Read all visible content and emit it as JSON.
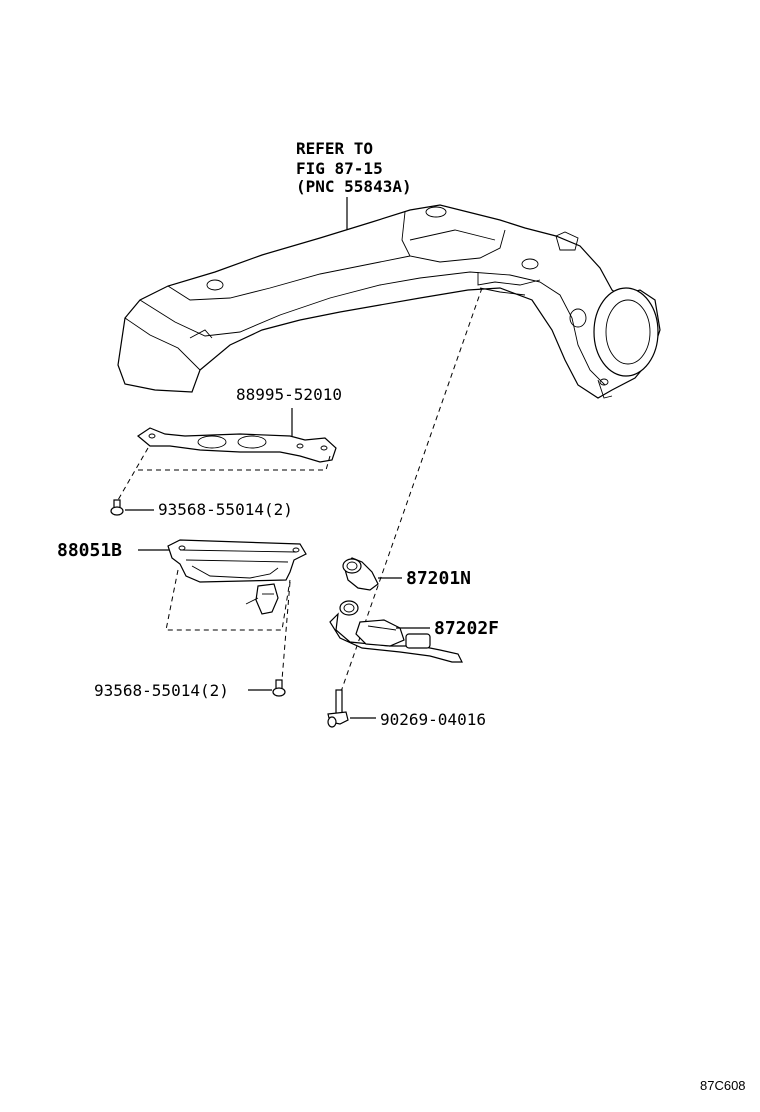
{
  "reference": {
    "line1": "REFER TO",
    "line2": "FIG 87-15",
    "line3": "(PNC 55843A)"
  },
  "parts": {
    "bracket": "88995-52010",
    "screw_upper": "93568-55014(2)",
    "unit": "88051B",
    "screw_lower": "93568-55014(2)",
    "sensor_a": "87201N",
    "sensor_b": "87202F",
    "bolt": "90269-04016"
  },
  "figure_code": "87C608"
}
